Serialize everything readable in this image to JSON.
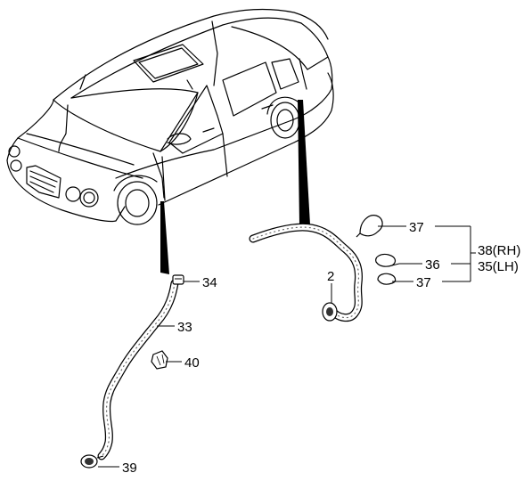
{
  "callouts": {
    "c34": "34",
    "c33": "33",
    "c40": "40",
    "c39": "39",
    "c2": "2",
    "c37a": "37",
    "c36": "36",
    "c37b": "37",
    "c38": "38(RH)",
    "c35": "35(LH)"
  }
}
